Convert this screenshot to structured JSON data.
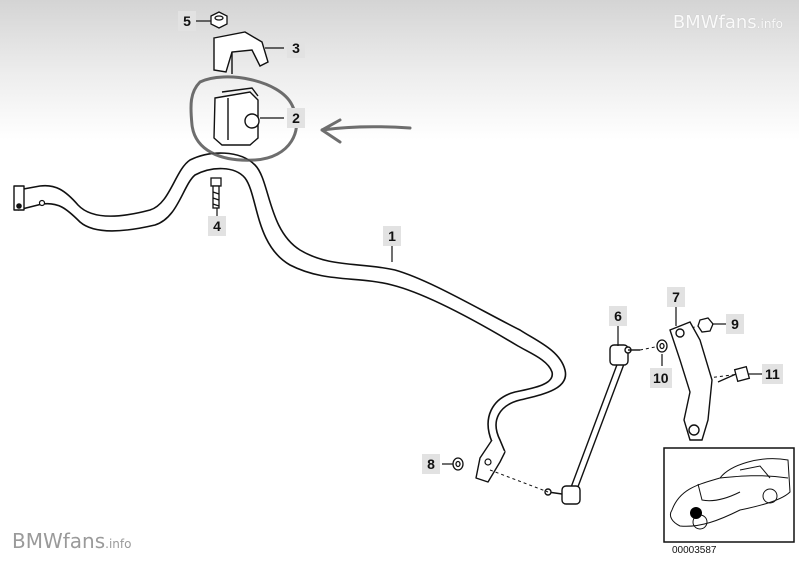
{
  "watermark": {
    "brand": "BMWfans",
    "suffix": ".info"
  },
  "callouts": {
    "part_1": "1",
    "part_2": "2",
    "part_3": "3",
    "part_4": "4",
    "part_5": "5",
    "part_6": "6",
    "part_7": "7",
    "part_8": "8",
    "part_9": "9",
    "part_10": "10",
    "part_11": "11"
  },
  "reference_number": "00003587",
  "colors": {
    "line": "#111111",
    "callout_bg": "#e2e2e2",
    "highlight_ring": "#555555",
    "locator_dot": "#000000"
  }
}
